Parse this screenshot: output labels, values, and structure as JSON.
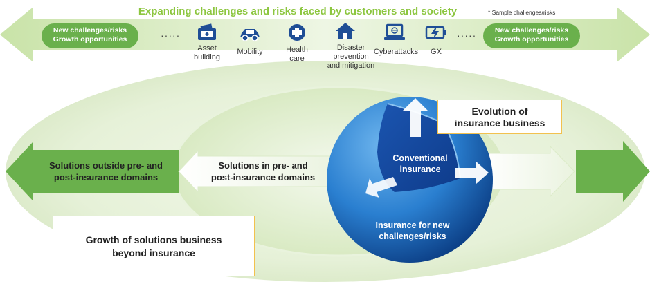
{
  "top_banner": {
    "title": "Expanding challenges and risks faced by customers and society",
    "sample_note": "* Sample challenges/risks",
    "left_pill": [
      "New challenges/risks",
      "Growth opportunities"
    ],
    "right_pill": [
      "New challenges/risks",
      "Growth opportunities"
    ],
    "ellipsis": "·····"
  },
  "challenges": [
    {
      "icon": "wallet-icon",
      "label": [
        "Asset",
        "building"
      ]
    },
    {
      "icon": "car-icon",
      "label": [
        "Mobility"
      ]
    },
    {
      "icon": "medical-cross-icon",
      "label": [
        "Health",
        "care"
      ]
    },
    {
      "icon": "house-icon",
      "label": [
        "Disaster",
        "prevention",
        "and mitigation"
      ]
    },
    {
      "icon": "laptop-icon",
      "label": [
        "Cyberattacks"
      ]
    },
    {
      "icon": "battery-bolt-icon",
      "label": [
        "GX"
      ]
    }
  ],
  "diagram": {
    "outside_label": [
      "Solutions outside pre- and",
      "post-insurance domains"
    ],
    "inside_label": [
      "Solutions in pre- and",
      "post-insurance domains"
    ],
    "conventional": [
      "Conventional",
      "insurance"
    ],
    "new_risks": [
      "Insurance for new",
      "challenges/risks"
    ],
    "evolution": [
      "Evolution of",
      "insurance business"
    ],
    "growth": [
      "Growth of solutions business",
      "beyond insurance"
    ]
  },
  "colors": {
    "light_green": "#8cc63f",
    "green": "#6ab04c",
    "pale_green": "#e7f2d9",
    "sphere_blue": "#1e63b5",
    "box_border": "#f2c14e"
  }
}
